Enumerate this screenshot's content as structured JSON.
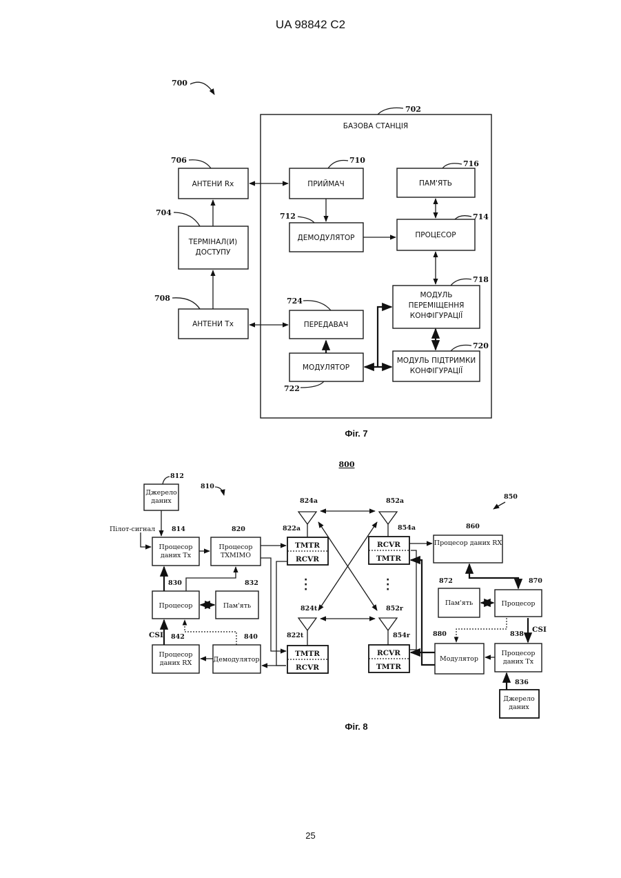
{
  "header": {
    "text": "UA   98842   C2"
  },
  "page_number": "25",
  "fig7": {
    "caption": "Фіг. 7",
    "ref_system": "700",
    "station": {
      "ref": "702",
      "title": "БАЗОВА СТАНЦІЯ"
    },
    "antenna_rx": {
      "ref": "706",
      "label": "АНТЕНИ Rx"
    },
    "access_terminal": {
      "ref": "704",
      "line1": "ТЕРМІНАЛ(И)",
      "line2": "ДОСТУПУ"
    },
    "antenna_tx": {
      "ref": "708",
      "label": "АНТЕНИ Tx"
    },
    "receiver": {
      "ref": "710",
      "label": "ПРИЙМАЧ"
    },
    "memory": {
      "ref": "716",
      "label": "ПАМ'ЯТЬ"
    },
    "demodulator": {
      "ref": "712",
      "label": "ДЕМОДУЛЯТОР"
    },
    "processor": {
      "ref": "714",
      "label": "ПРОЦЕСОР"
    },
    "move_module": {
      "ref": "718",
      "line1": "МОДУЛЬ",
      "line2": "ПЕРЕМІЩЕННЯ",
      "line3": "КОНФІГУРАЦІЇ"
    },
    "transmitter": {
      "ref": "724",
      "label": "ПЕРЕДАВАЧ"
    },
    "modulator": {
      "ref": "722",
      "label": "МОДУЛЯТОР"
    },
    "support_module": {
      "ref": "720",
      "line1": "МОДУЛЬ ПІДТРИМКИ",
      "line2": "КОНФІГУРАЦІЇ"
    }
  },
  "fig8": {
    "caption": "Фіг. 8",
    "ref_system": "800",
    "ref_tx_system": "810",
    "ref_rx_system": "850",
    "pilot_label": "Пілот-сигнал",
    "csi_left": "CSI",
    "csi_right": "CSI",
    "data_source_a": {
      "ref": "812",
      "line1": "Джерело",
      "line2": "даних"
    },
    "tx_data_proc_a": {
      "ref": "814",
      "line1": "Процесор",
      "line2": "даних Tx"
    },
    "txmimo": {
      "ref": "820",
      "line1": "Процесор",
      "line2": "TXMIMO"
    },
    "processor_a": {
      "ref": "830",
      "label": "Процесор"
    },
    "memory_a": {
      "ref": "832",
      "label": "Пам'ять"
    },
    "rx_data_proc_a": {
      "ref": "842",
      "line1": "Процесор",
      "line2": "даних RX"
    },
    "demodulator_a": {
      "ref": "840",
      "label": "Демодулятор"
    },
    "xcvr_822a": {
      "ref": "822a",
      "top": "TMTR",
      "bottom": "RCVR"
    },
    "xcvr_822t": {
      "ref": "822t",
      "top": "TMTR",
      "bottom": "RCVR"
    },
    "antenna_824a": "824a",
    "antenna_824t": "824t",
    "antenna_852a": "852a",
    "antenna_852r": "852r",
    "xcvr_854a": {
      "ref": "854a",
      "top": "RCVR",
      "bottom": "TMTR"
    },
    "xcvr_854r": {
      "ref": "854r",
      "top": "RCVR",
      "bottom": "TMTR"
    },
    "rx_data_proc_b": {
      "ref": "860",
      "label": "Процесор даних RX"
    },
    "memory_b": {
      "ref": "872",
      "label": "Пам'ять"
    },
    "processor_b": {
      "ref": "870",
      "label": "Процесор"
    },
    "modulator_b": {
      "ref": "880",
      "label": "Модулятор"
    },
    "tx_data_proc_b": {
      "ref": "838",
      "line1": "Процесор",
      "line2": "даних Tx"
    },
    "data_source_b": {
      "ref": "836",
      "line1": "Джерело",
      "line2": "даних"
    }
  }
}
